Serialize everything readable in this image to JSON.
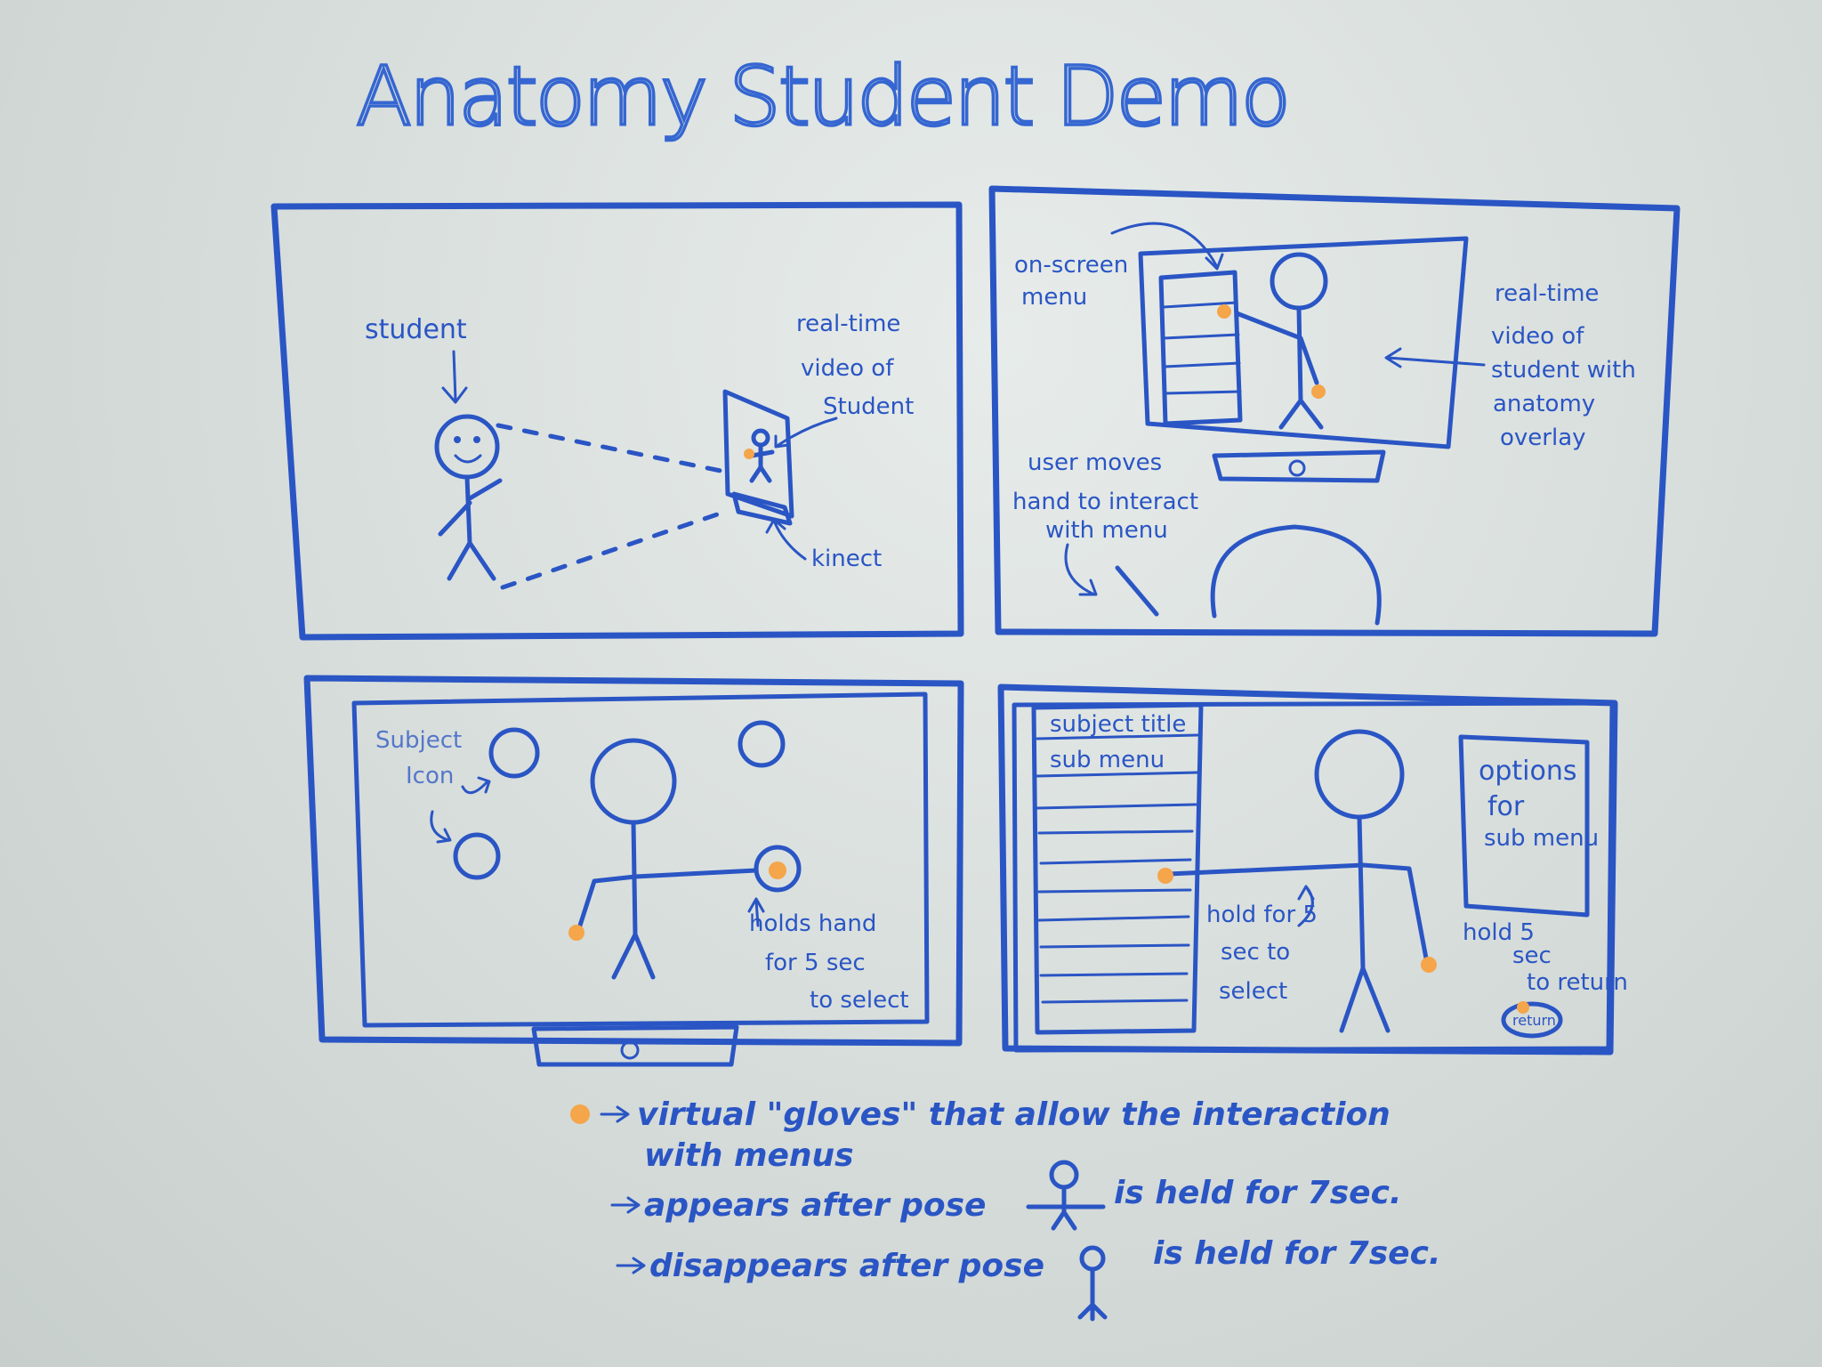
{
  "title": "Anatomy Student Demo",
  "colors": {
    "ink": "#2a55c4",
    "glove": "#f5a54a",
    "board": "#dde3e1"
  },
  "panel1": {
    "student_label": "student",
    "video_label": [
      "real-time",
      "video of",
      "Student"
    ],
    "kinect_label": "kinect"
  },
  "panel2": {
    "menu_label": [
      "on-screen",
      "menu"
    ],
    "video_label": [
      "real-time",
      "video of",
      "student with",
      "anatomy",
      "overlay"
    ],
    "user_label": [
      "user moves",
      "hand to interact",
      "with menu"
    ]
  },
  "panel3": {
    "icon_label": [
      "Subject",
      "Icon"
    ],
    "hold_label": [
      "holds hand",
      "for 5 sec",
      "to select"
    ]
  },
  "panel4": {
    "subject_title": "subject title",
    "sub_menu": "sub menu",
    "options_label": [
      "options",
      "for",
      "sub menu"
    ],
    "hold_select": [
      "hold for 5",
      "sec to",
      "select"
    ],
    "hold_return": [
      "hold 5",
      "sec",
      "to return"
    ],
    "return_button": "return"
  },
  "legend": {
    "line1": "virtual \"gloves\" that allow the interaction",
    "line1b": "with menus",
    "line2a": "appears after pose",
    "line2b": "is held for 7sec.",
    "line3a": "disappears after pose",
    "line3b": "is held for 7sec."
  }
}
